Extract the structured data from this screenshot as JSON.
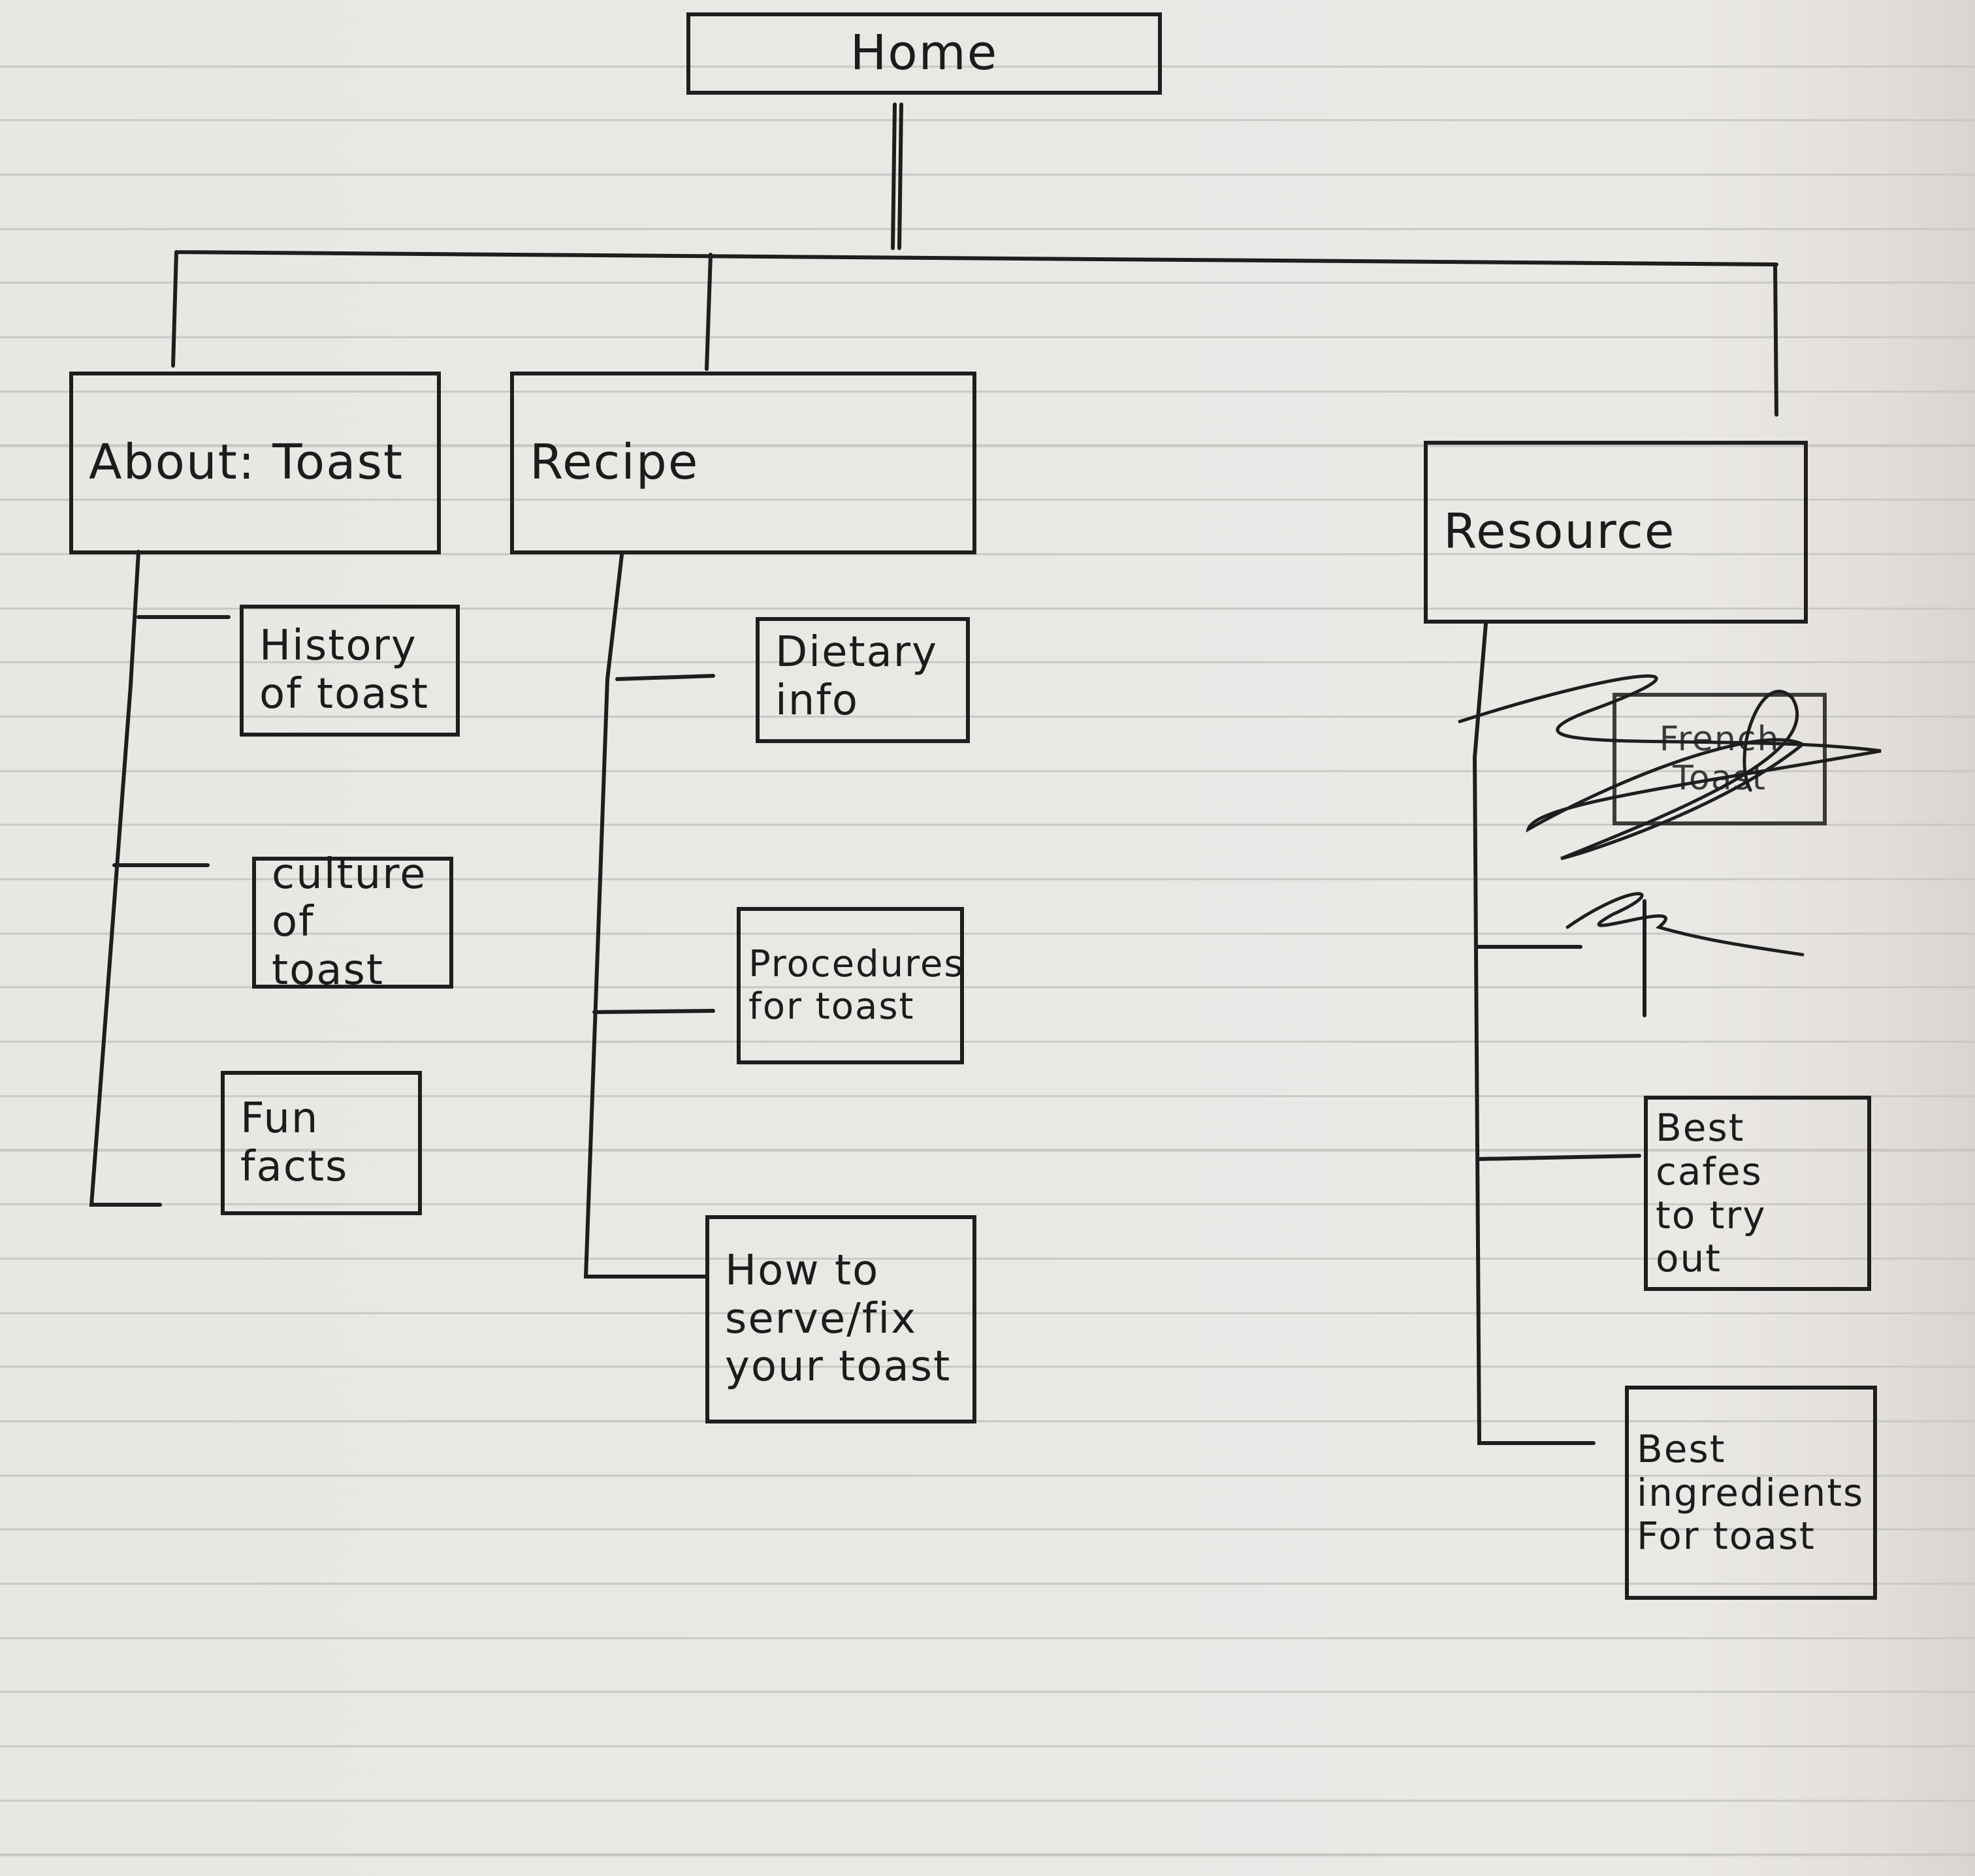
{
  "diagram": {
    "root": {
      "label": "Home"
    },
    "sections": [
      {
        "label": "About: Toast",
        "children": [
          {
            "lines": [
              "History",
              "of toast"
            ]
          },
          {
            "lines": [
              "culture",
              "of toast"
            ]
          },
          {
            "lines": [
              "Fun",
              "facts"
            ]
          }
        ]
      },
      {
        "label": "Recipe",
        "children": [
          {
            "lines": [
              "Dietary",
              "info"
            ]
          },
          {
            "lines": [
              "Procedures",
              "for toast"
            ]
          },
          {
            "lines": [
              "How to",
              "serve/fix",
              "your toast"
            ]
          }
        ]
      },
      {
        "label": "Resource",
        "children": [
          {
            "lines": [
              "French",
              "Toast"
            ],
            "crossed_out": true
          },
          {
            "lines": [
              "Best cafes",
              "to try",
              "out"
            ]
          },
          {
            "lines": [
              "Best",
              "ingredients",
              "For toast"
            ]
          }
        ]
      }
    ]
  }
}
